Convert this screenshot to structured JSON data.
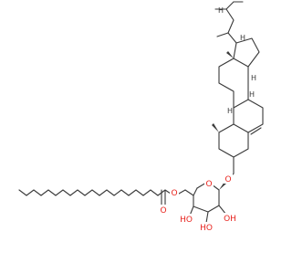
{
  "molecule": {
    "labels": {
      "ester_o": "O",
      "carbonyl_o": "O",
      "ring_o": "O",
      "glyco_o": "O",
      "oh_left": "HO",
      "oh_mid": "HO",
      "oh_right": "OH",
      "h_c8": "H",
      "h_c9": "H",
      "h_c14": "H",
      "h_c17": "H",
      "h_c24": "H"
    }
  }
}
